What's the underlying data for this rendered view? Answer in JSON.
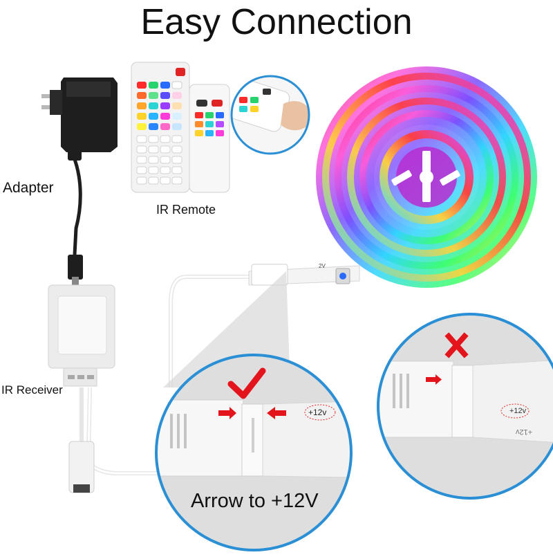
{
  "title": "Easy Connection",
  "labels": {
    "adapter": "Adapter",
    "ir_remote": "IR Remote",
    "ir_receiver": "IR Receiver",
    "caption": "Arrow to +12V",
    "voltage": "+12V",
    "voltage_small": "+12v",
    "strip_voltage": "2V"
  },
  "marks": {
    "correct": "check-mark-icon",
    "wrong": "cross-mark-icon"
  },
  "colors": {
    "mark_red": "#e3141b",
    "zoom_circle_border": "#2b8fd6",
    "zoom_fill": "#d9d9d9",
    "connector_white": "#f7f7f7",
    "adapter_black": "#1e1e1e"
  }
}
